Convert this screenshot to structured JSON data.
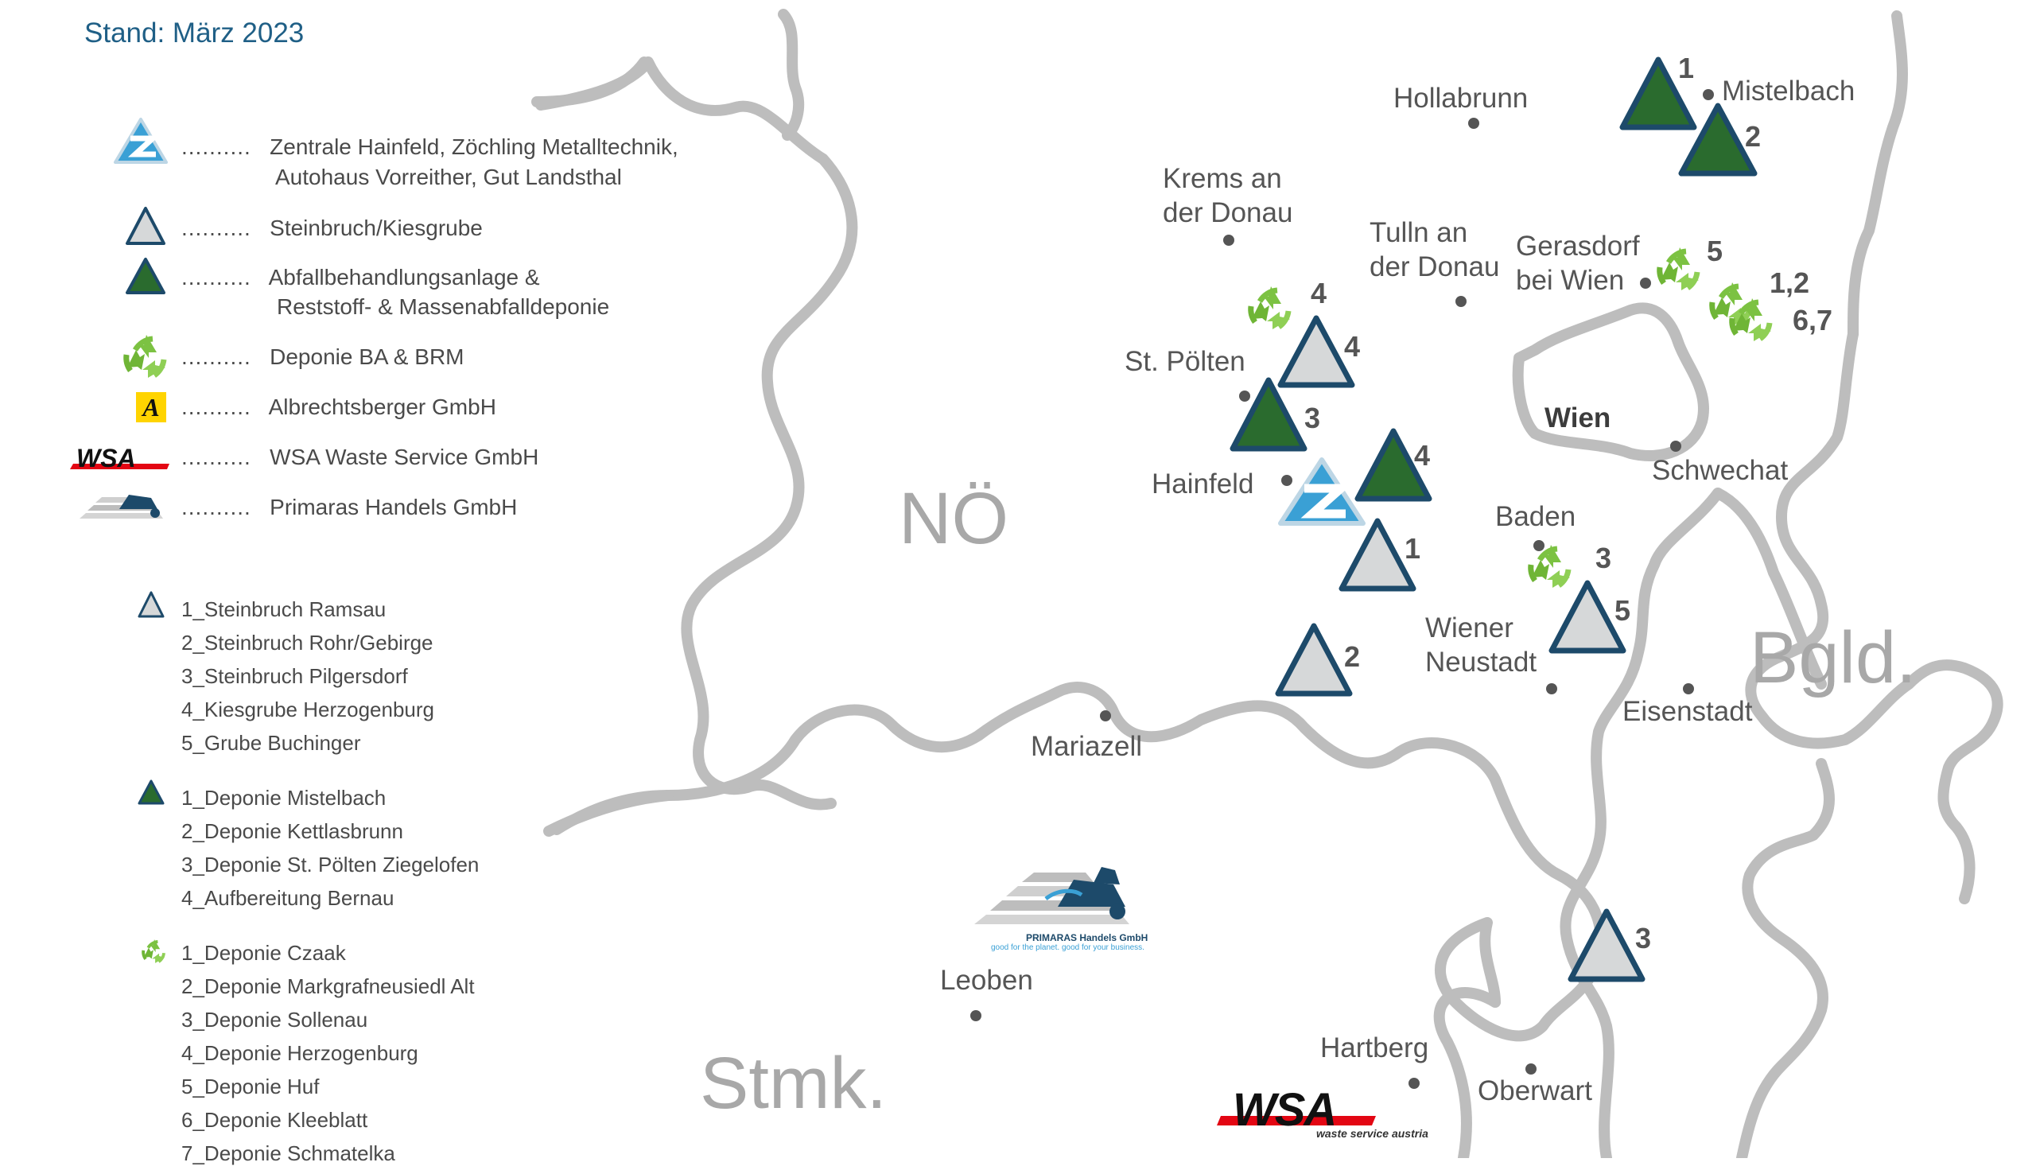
{
  "stand": "Stand: März 2023",
  "legend": {
    "dots": "..........",
    "zentrale_1": "Zentrale Hainfeld, Zöchling Metalltechnik,",
    "zentrale_2": "Autohaus Vorreither, Gut Landsthal",
    "steinbruch": "Steinbruch/Kiesgrube",
    "abfall_1": "Abfallbehandlungsanlage &",
    "abfall_2": "Reststoff- & Massenabfalldeponie",
    "deponie": "Deponie BA & BRM",
    "albrecht": "Albrechtsberger GmbH",
    "wsa": "WSA Waste Service GmbH",
    "primaras": "Primaras Handels GmbH"
  },
  "lists": {
    "steinbruch": [
      "1_Steinbruch Ramsau",
      "2_Steinbruch Rohr/Gebirge",
      "3_Steinbruch Pilgersdorf",
      "4_Kiesgrube Herzogenburg",
      "5_Grube Buchinger"
    ],
    "abfall": [
      "1_Deponie Mistelbach",
      "2_Deponie Kettlasbrunn",
      "3_Deponie St. Pölten Ziegelofen",
      "4_Aufbereitung Bernau"
    ],
    "deponie": [
      "1_Deponie Czaak",
      "2_Deponie Markgrafneusiedl Alt",
      "3_Deponie Sollenau",
      "4_Deponie Herzogenburg",
      "5_Deponie Huf",
      "6_Deponie Kleeblatt",
      "7_Deponie Schmatelka"
    ]
  },
  "regions": {
    "noe": "NÖ",
    "bgld": "Bgld.",
    "stmk": "Stmk."
  },
  "cities": {
    "hollabrunn": "Hollabrunn",
    "mistelbach": "Mistelbach",
    "krems_1": "Krems an",
    "krems_2": "der Donau",
    "tulln_1": "Tulln an",
    "tulln_2": "der Donau",
    "gerasdorf_1": "Gerasdorf",
    "gerasdorf_2": "bei Wien",
    "wien": "Wien",
    "stpoelten": "St. Pölten",
    "hainfeld": "Hainfeld",
    "schwechat": "Schwechat",
    "baden": "Baden",
    "wn_1": "Wiener",
    "wn_2": "Neustadt",
    "eisenstadt": "Eisenstadt",
    "mariazell": "Mariazell",
    "leoben": "Leoben",
    "hartberg": "Hartberg",
    "oberwart": "Oberwart"
  },
  "markers": {
    "abfall_1": "1",
    "abfall_2": "2",
    "abfall_3": "3",
    "abfall_4": "4",
    "stein_4": "4",
    "stein_1": "1",
    "stein_2": "2",
    "stein_5": "5",
    "stein_3": "3",
    "rec_4": "4",
    "rec_5": "5",
    "rec_12": "1,2",
    "rec_67": "6,7",
    "rec_3": "3"
  },
  "logos": {
    "albrecht_letter": "A",
    "wsa_big": "WSA",
    "wsa_sub": "waste service austria",
    "wsa_small": "WSA",
    "primaras_caption": "PRIMARAS Handels GmbH",
    "primaras_tagline": "good for the planet. good for your business."
  },
  "colors": {
    "accent_blue": "#1f5f86",
    "dark_green": "#2a6b2e",
    "navy_outline": "#1d4a6a",
    "stone_fill": "#d6d8d9",
    "recycle_green": "#7cc242",
    "border_gray": "#bdbdbd",
    "wsa_red": "#e30613"
  }
}
